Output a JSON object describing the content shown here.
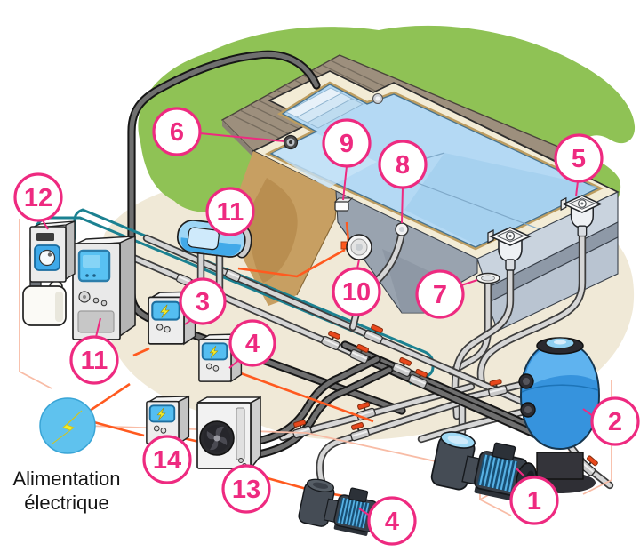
{
  "diagram": {
    "subject": "swimming-pool-equipment-schematic",
    "power_label": {
      "line1": "Alimentation",
      "line2": "électrique"
    },
    "callouts": [
      {
        "label": "12"
      },
      {
        "label": "6"
      },
      {
        "label": "9"
      },
      {
        "label": "8"
      },
      {
        "label": "5"
      },
      {
        "label": "11"
      },
      {
        "label": "10"
      },
      {
        "label": "7"
      },
      {
        "label": "3"
      },
      {
        "label": "4"
      },
      {
        "label": "11"
      },
      {
        "label": "2"
      },
      {
        "label": "14"
      },
      {
        "label": "13"
      },
      {
        "label": "4"
      },
      {
        "label": "1"
      }
    ],
    "colors": {
      "accent_pink": "#ee2a80",
      "power_blue": "#5fc2ee",
      "bolt_yellow": "#f3ef28",
      "wire_orange": "#ff5a1f",
      "wire_salmon": "#f8bca6",
      "tube_teal": "#1b8191",
      "grass_green": "#8fc255",
      "water_blue": "#b4d9f4",
      "filter_tank_blue": "#3693dd"
    }
  }
}
